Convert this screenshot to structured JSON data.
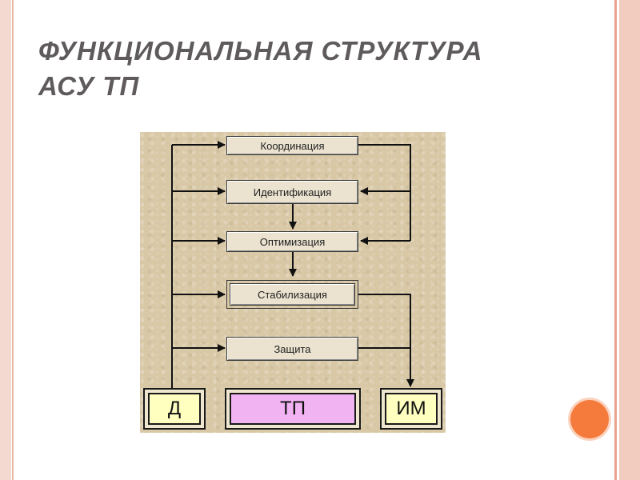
{
  "slide": {
    "title_line1": "ФУНКЦИОНАЛЬНАЯ СТРУКТУРА",
    "title_line2": "АСУ ТП"
  },
  "diagram": {
    "functions": [
      {
        "id": "coordination",
        "label": "Координация"
      },
      {
        "id": "identification",
        "label": "Идентификация"
      },
      {
        "id": "optimization",
        "label": "Оптимизация"
      },
      {
        "id": "stabilization",
        "label": "Стабилизация"
      },
      {
        "id": "protection",
        "label": "Защита"
      }
    ],
    "sensor": {
      "label": "Д",
      "color": "#ffffc0"
    },
    "process": {
      "label": "ТП",
      "color": "#f2b3f2"
    },
    "actuator": {
      "label": "ИМ",
      "color": "#ffffc0"
    }
  },
  "colors": {
    "accent_circle": "#f47b3c",
    "title": "#5f5b5d"
  }
}
